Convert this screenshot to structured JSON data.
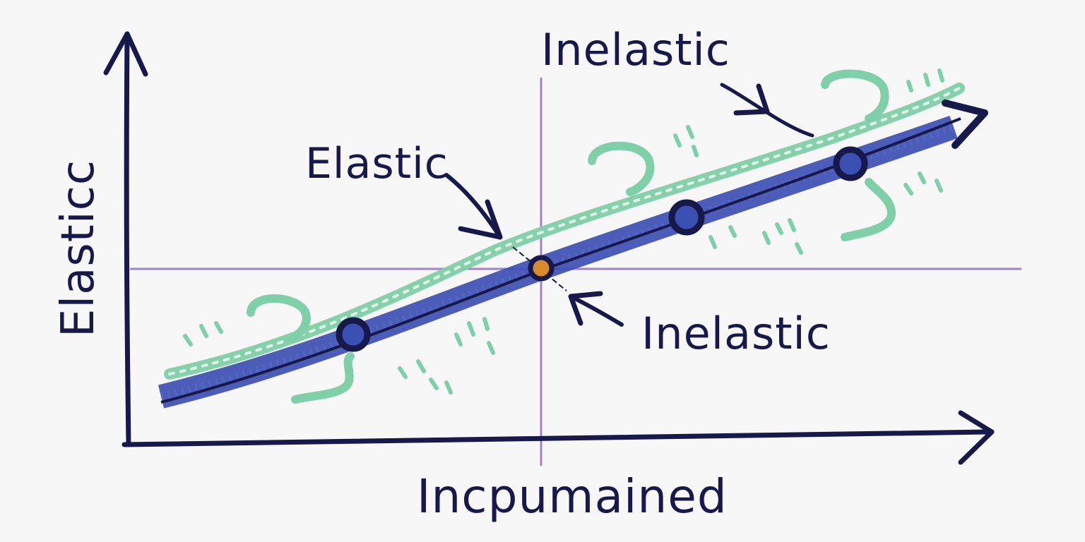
{
  "labels": {
    "y_axis": "Elasticc",
    "x_axis": "Incpumained",
    "top_right": "Inelastic",
    "upper_left": "Elastic",
    "lower_center": "Inelastic"
  },
  "colors": {
    "ink": "#16194a",
    "blue_band": "#3c4fb3",
    "green_line": "#7fcfa8",
    "grid": "#9a76c4",
    "center_point": "#d98a2a",
    "background": "#f7f7f8"
  }
}
